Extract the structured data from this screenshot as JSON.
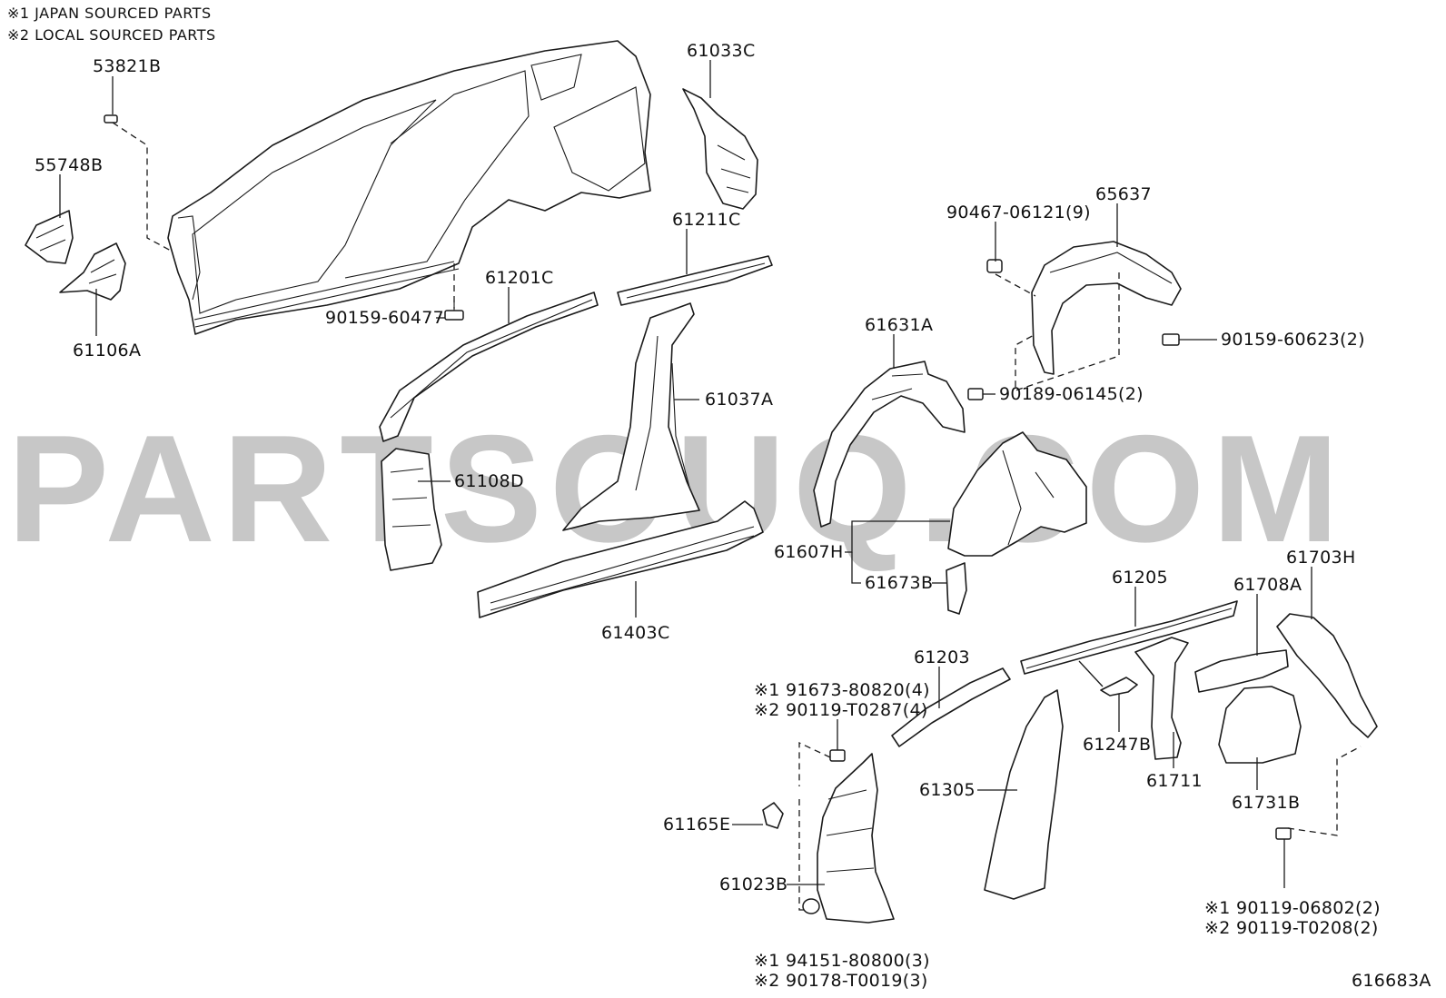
{
  "notes": [
    "※1 JAPAN SOURCED PARTS",
    "※2 LOCAL SOURCED PARTS"
  ],
  "watermark": "PARTSOUQ.COM",
  "diagram_id": "616683A",
  "labels": {
    "p53821B": "53821B",
    "p55748B": "55748B",
    "p61106A": "61106A",
    "p61033C": "61033C",
    "p61211C": "61211C",
    "p61201C": "61201C",
    "p90159_60477": "90159-60477",
    "p61037A": "61037A",
    "p61108D": "61108D",
    "p61403C": "61403C",
    "p90467": "90467-06121(9)",
    "p65637": "65637",
    "p90159_60623": "90159-60623(2)",
    "p90189": "90189-06145(2)",
    "p61631A": "61631A",
    "p61607H": "61607H",
    "p61673B": "61673B",
    "p61205": "61205",
    "p61708A": "61708A",
    "p61703H": "61703H",
    "p61203": "61203",
    "p91673": "※1 91673-80820(4)",
    "p90119_T0287": "※2 90119-T0287(4)",
    "p61247B": "61247B",
    "p61711": "61711",
    "p61731B": "61731B",
    "p61305": "61305",
    "p61165E": "61165E",
    "p61023B": "61023B",
    "p90119_06802": "※1 90119-06802(2)",
    "p90119_T0208": "※2 90119-T0208(2)",
    "p94151": "※1 94151-80800(3)",
    "p90178": "※2 90178-T0019(3)"
  }
}
